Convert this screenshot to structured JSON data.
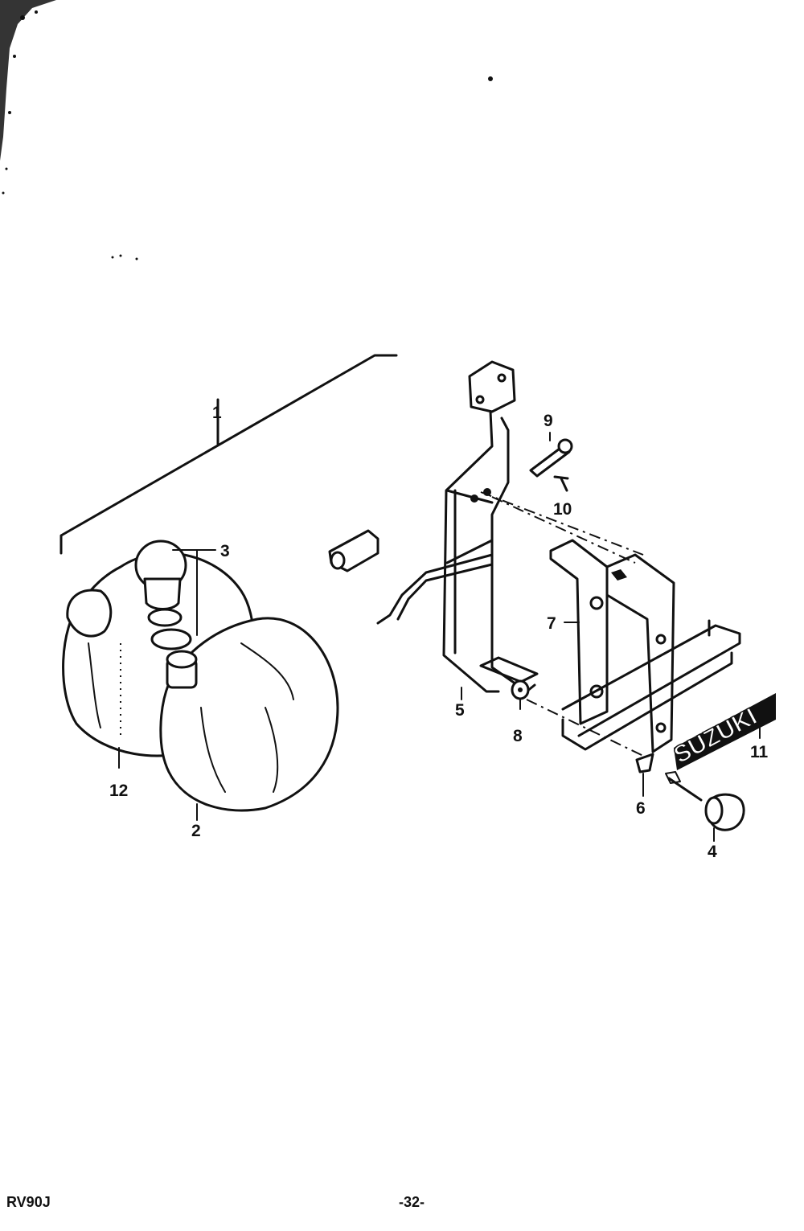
{
  "diagram": {
    "callouts": [
      "1",
      "2",
      "3",
      "4",
      "5",
      "6",
      "7",
      "8",
      "9",
      "10",
      "11",
      "12"
    ],
    "emblem_text": "SUZUKI"
  },
  "footer": {
    "model_code": "RV90J",
    "page_number": "-32-"
  },
  "colors": {
    "ink": "#111111",
    "paper": "#ffffff"
  }
}
